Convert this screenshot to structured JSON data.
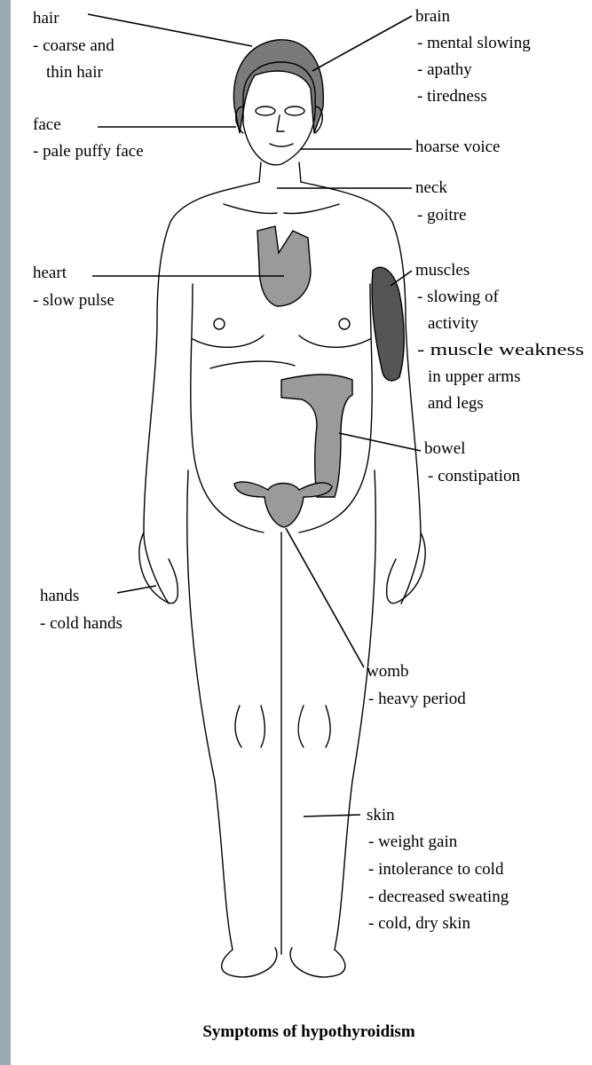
{
  "caption": "Symptoms of hypothyroidism",
  "labels": {
    "hair": {
      "title": "hair",
      "items": [
        "- coarse and",
        "thin hair"
      ]
    },
    "face": {
      "title": "face",
      "items": [
        "- pale puffy face"
      ]
    },
    "heart": {
      "title": "heart",
      "items": [
        "- slow pulse"
      ]
    },
    "hands": {
      "title": "hands",
      "items": [
        "- cold hands"
      ]
    },
    "brain": {
      "title": "brain",
      "items": [
        "- mental slowing",
        "- apathy",
        "- tiredness"
      ]
    },
    "voice": {
      "title": "hoarse voice",
      "items": []
    },
    "neck": {
      "title": "neck",
      "items": [
        "- goitre"
      ]
    },
    "muscles": {
      "title": "muscles",
      "items": [
        "- slowing of",
        "activity",
        "- muscle weakness",
        "in upper arms",
        "and legs"
      ]
    },
    "bowel": {
      "title": "bowel",
      "items": [
        "- constipation"
      ]
    },
    "womb": {
      "title": "womb",
      "items": [
        "- heavy period"
      ]
    },
    "skin": {
      "title": "skin",
      "items": [
        "- weight gain",
        "- intolerance to cold",
        "- decreased sweating",
        "- cold, dry skin"
      ]
    }
  },
  "colors": {
    "background": "#9aabb4",
    "panel": "#ffffff",
    "organ_fill": "#9a9a9a",
    "organ_dark": "#555555",
    "hair_fill": "#7a7a7a"
  }
}
